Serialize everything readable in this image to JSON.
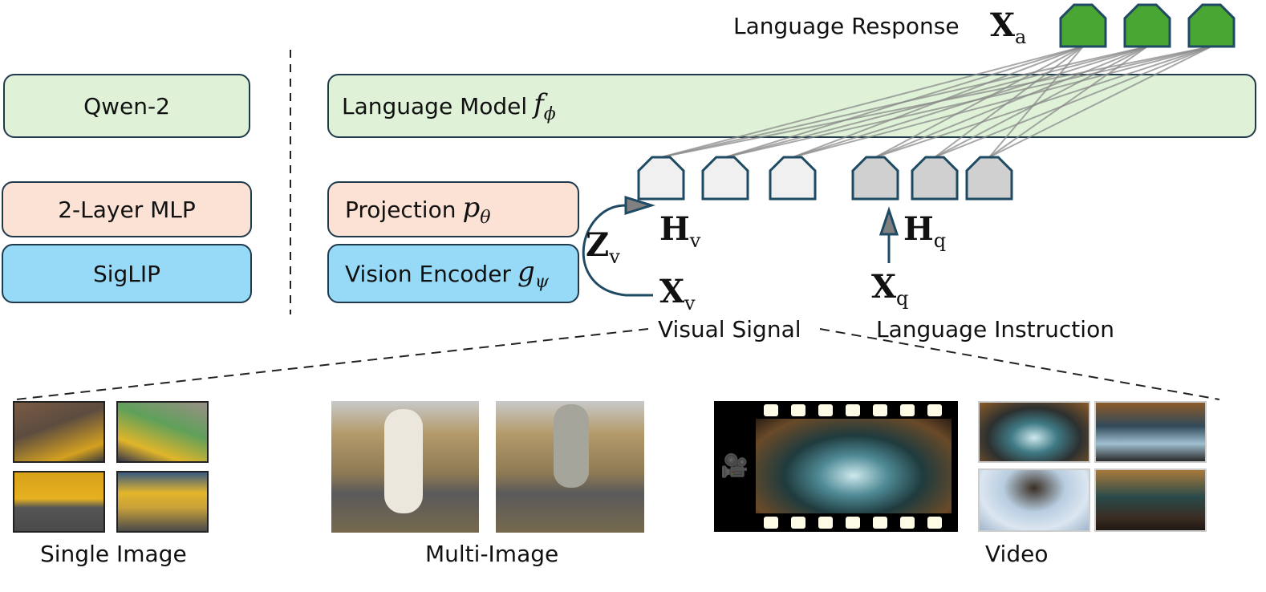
{
  "left_column": {
    "llm": "Qwen-2",
    "projector": "2-Layer MLP",
    "encoder": "SigLIP"
  },
  "main": {
    "language_model": {
      "label": "Language Model",
      "symbol": "f",
      "subscript": "ϕ"
    },
    "projection": {
      "label": "Projection",
      "symbol": "p",
      "subscript": "θ"
    },
    "vision_encoder": {
      "label": "Vision Encoder",
      "symbol": "g",
      "subscript": "ψ"
    }
  },
  "symbols": {
    "Xa": {
      "base": "X",
      "sub": "a"
    },
    "Hv": {
      "base": "H",
      "sub": "v"
    },
    "Hq": {
      "base": "H",
      "sub": "q"
    },
    "Zv": {
      "base": "Z",
      "sub": "v"
    },
    "Xv": {
      "base": "X",
      "sub": "v"
    },
    "Xq": {
      "base": "X",
      "sub": "q"
    }
  },
  "labels": {
    "language_response": "Language Response",
    "visual_signal": "Visual Signal",
    "language_instruction": "Language Instruction"
  },
  "tokens": {
    "response_count": 3,
    "visual_count": 3,
    "instruction_count": 3
  },
  "colors": {
    "response_token": "#4aa632",
    "visual_token": "#f0f0f0",
    "instruction_token": "#d0d0d0",
    "outline": "#1f4a63",
    "llm_fill": "#dff2d8",
    "proj_fill": "#fbe2d5",
    "enc_fill": "#97daf7"
  },
  "examples": {
    "single_image": "Single Image",
    "multi_image": "Multi-Image",
    "video": "Video"
  }
}
